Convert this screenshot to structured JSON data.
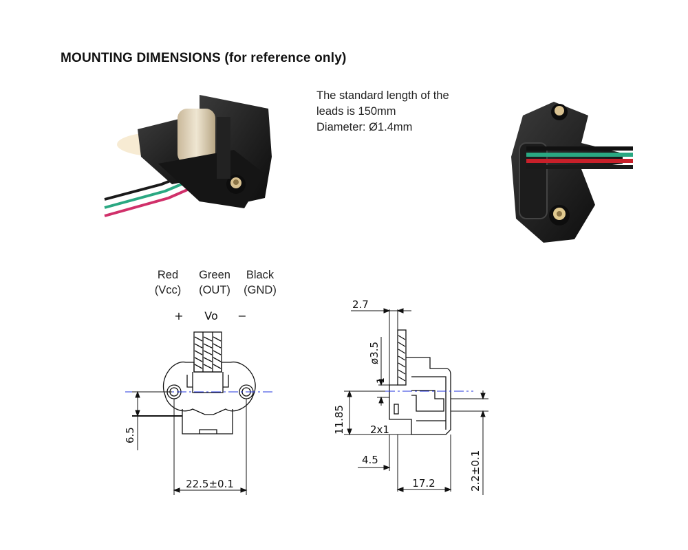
{
  "header": {
    "title": "MOUNTING DIMENSIONS",
    "title_suffix": "(for reference only)"
  },
  "note": {
    "line1": "The standard length of the",
    "line2": "leads is 150mm",
    "line3": "Diameter: Ø1.4mm"
  },
  "wires": [
    {
      "color_name": "Red",
      "function": "(Vcc)",
      "symbol": "+",
      "color": "#d0306a"
    },
    {
      "color_name": "Green",
      "function": "(OUT)",
      "symbol": "Vo",
      "color": "#2aa882"
    },
    {
      "color_name": "Black",
      "function": "(GND)",
      "symbol": "−",
      "color": "#1a1a1a"
    }
  ],
  "front_view": {
    "dim_height": "6.5",
    "dim_width": "22.5±0.1"
  },
  "side_view": {
    "dim_top": "2.7",
    "dim_diameter": "ø3.5",
    "dim_1": "1",
    "dim_height": "11.85",
    "dim_2x1": "2x1",
    "dim_4_5": "4.5",
    "dim_17_2": "17.2",
    "dim_2_2": "2.2±0.1"
  },
  "colors": {
    "centerline": "#2233dd",
    "line": "#111111"
  }
}
